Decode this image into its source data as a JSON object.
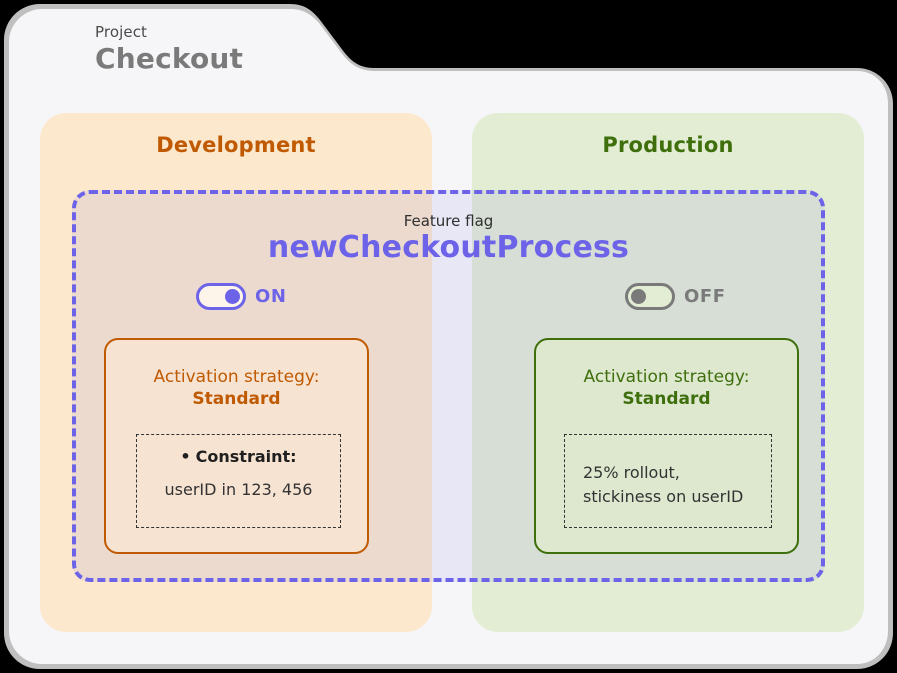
{
  "project": {
    "kicker": "Project",
    "name": "Checkout"
  },
  "feature_flag": {
    "kicker": "Feature flag",
    "name": "newCheckoutProcess",
    "accent_color": "#6c63e8"
  },
  "environments": [
    {
      "id": "development",
      "title": "Development",
      "color": "#c05a02",
      "background": "#fce8cc",
      "toggle": {
        "state": "on",
        "label": "ON"
      },
      "strategy": {
        "heading": "Activation strategy:",
        "value": "Standard",
        "detail": {
          "bullet": "•",
          "title": "Constraint:",
          "value": "userID in 123, 456"
        }
      }
    },
    {
      "id": "production",
      "title": "Production",
      "color": "#3f6f0d",
      "background": "#e2edd3",
      "toggle": {
        "state": "off",
        "label": "OFF"
      },
      "strategy": {
        "heading": "Activation strategy:",
        "value": "Standard",
        "detail": {
          "line1": "25% rollout,",
          "line2": "stickiness on userID"
        }
      }
    }
  ]
}
